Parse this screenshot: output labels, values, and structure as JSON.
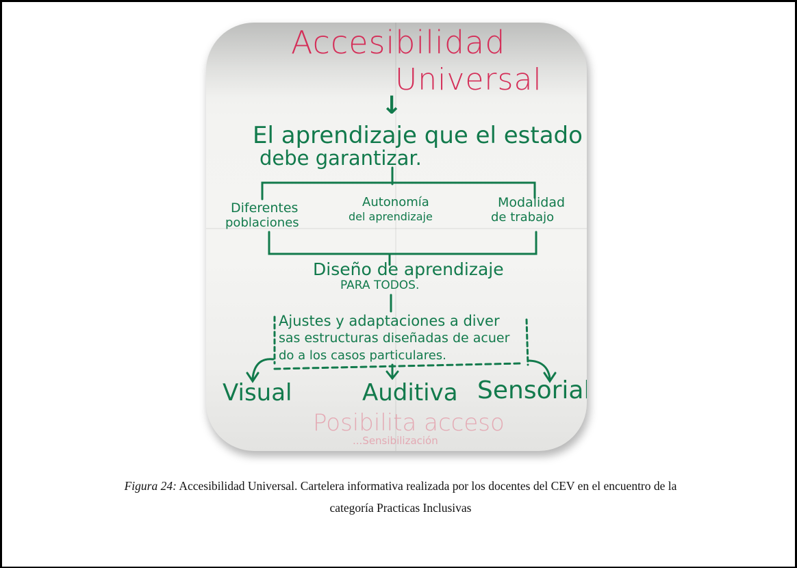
{
  "figure": {
    "poster_title_line1": "Accesibilidad",
    "poster_title_line2": "Universal",
    "arrow_glyph": "↓",
    "main_statement_line1": "El aprendizaje que el estado",
    "main_statement_line2": "debe garantizar.",
    "branch_left_line1": "Diferentes",
    "branch_left_line2": "poblaciones",
    "branch_center_line1": "Autonomía",
    "branch_center_line2": "del aprendizaje",
    "branch_right_line1": "Modalidad",
    "branch_right_line2": "de trabajo",
    "design_line1": "Diseño de aprendizaje",
    "design_line2": "PARA TODOS.",
    "adjust_line1": "Ajustes y adaptaciones a diver",
    "adjust_line2": "sas estructuras diseñadas de acuer",
    "adjust_line3": "do a los casos particulares.",
    "type_visual": "Visual",
    "type_auditiva": "Auditiva",
    "type_sensorial": "Sensorial",
    "faded_line1": "Posibilita acceso",
    "faded_line2": "...Sensibilización",
    "colors": {
      "ink_red": "#d42e58",
      "ink_green": "#127a4c"
    }
  },
  "caption": {
    "label": "Figura 24:",
    "text_line1": " Accesibilidad Universal. Cartelera informativa realizada por los docentes del CEV en el encuentro de la",
    "text_line2": "categoría Practicas Inclusivas"
  }
}
